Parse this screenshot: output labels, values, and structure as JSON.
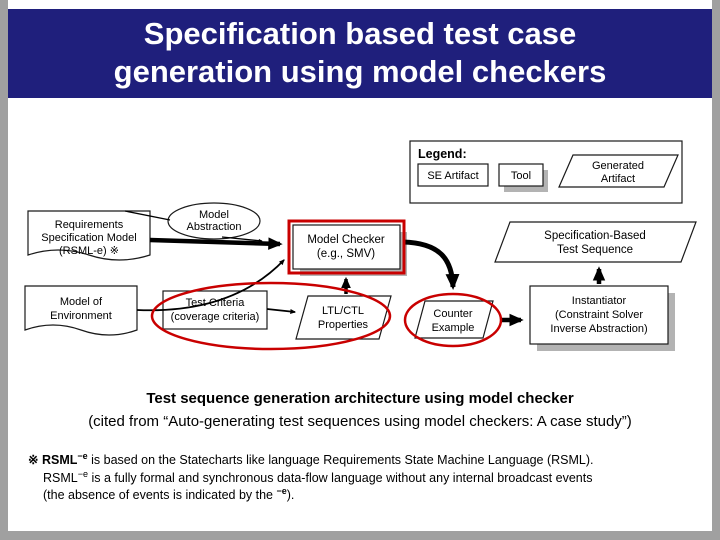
{
  "title": {
    "line1": "Specification based test case",
    "line2": "generation using model checkers"
  },
  "legend": {
    "heading": "Legend:",
    "se_artifact": "SE Artifact",
    "tool": "Tool",
    "generated_artifact": [
      "Generated",
      "Artifact"
    ]
  },
  "nodes": {
    "requirements": [
      "Requirements",
      "Specification Model",
      "(RSML-e) ※"
    ],
    "model_abstraction": [
      "Model",
      "Abstraction"
    ],
    "model_checker": [
      "Model Checker",
      "(e.g., SMV)"
    ],
    "spec_test_sequence": [
      "Specification-Based",
      "Test Sequence"
    ],
    "model_environment": [
      "Model of",
      "Environment"
    ],
    "test_criteria": [
      "Test Criteria",
      "(coverage criteria)"
    ],
    "ltl_ctl": [
      "LTL/CTL",
      "Properties"
    ],
    "counter_example": [
      "Counter",
      "Example"
    ],
    "instantiator": [
      "Instantiator",
      "(Constraint Solver",
      "Inverse Abstraction)"
    ]
  },
  "caption": {
    "line1": "Test sequence generation architecture using model checker",
    "line2": "(cited from “Auto-generating test sequences using model checkers: A case study”)"
  },
  "footnote": {
    "marker": "※",
    "rsml": "RSML",
    "sup": "−e",
    "line1_rest": " is based on the Statecharts like language Requirements State Machine Language (RSML).",
    "line2_rsml": "RSML",
    "line2_sup": "−e",
    "line2_rest": " is a fully formal and synchronous data-flow language without any internal broadcast events",
    "line3_pre": "(the absence of events is indicated by the ",
    "line3_sup": "−e",
    "line3_post": ")."
  },
  "colors": {
    "title_bg": "#1f1f7c",
    "annotation_red": "#c90000",
    "shadow_gray": "#b3b3b3",
    "frame_gray": "#a0a0a0"
  }
}
